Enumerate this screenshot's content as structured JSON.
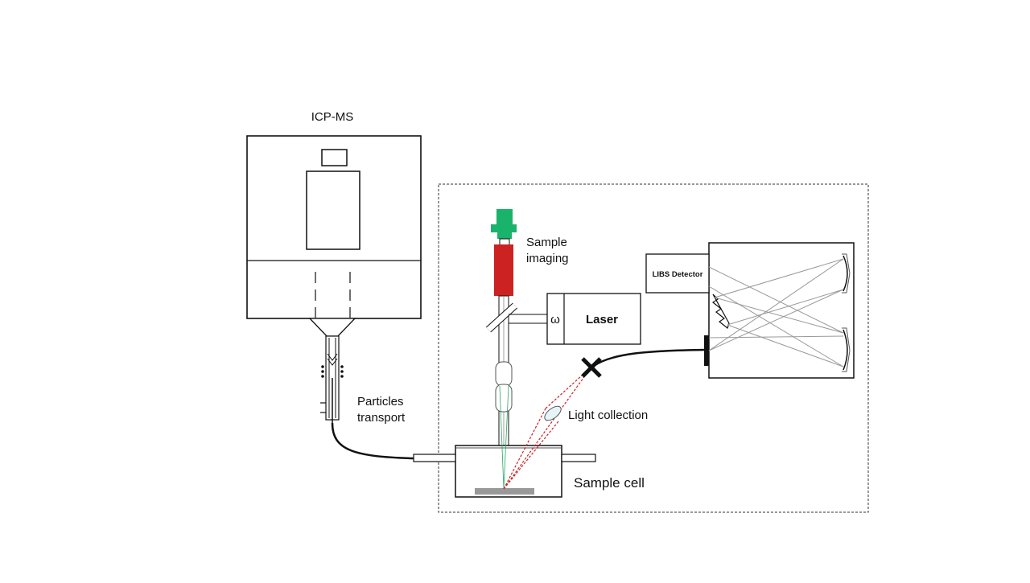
{
  "diagram": {
    "labels": {
      "icpms": "ICP-MS",
      "sample_imaging": [
        "Sample",
        "imaging"
      ],
      "laser": "Laser",
      "omega": "ω",
      "libs_detector": "LIBS Detector",
      "particles_transport": [
        "Particles",
        "transport"
      ],
      "light_collection": "Light collection",
      "sample_cell": "Sample cell"
    },
    "colors": {
      "camera": "#19b36b",
      "imaging_tube": "#cc2222",
      "light_path": "#cc2222",
      "sample": "#999999",
      "outline": "#111111"
    }
  }
}
